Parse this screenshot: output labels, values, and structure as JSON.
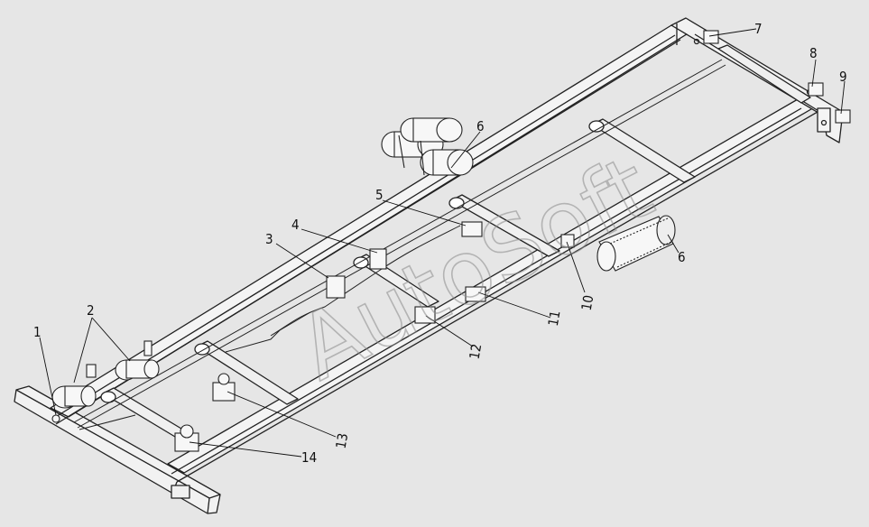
{
  "watermark": "AutoSoft",
  "callouts": [
    {
      "id": "1",
      "label": "1"
    },
    {
      "id": "2",
      "label": "2"
    },
    {
      "id": "3",
      "label": "3"
    },
    {
      "id": "4",
      "label": "4"
    },
    {
      "id": "5",
      "label": "5"
    },
    {
      "id": "6a",
      "label": "6"
    },
    {
      "id": "6b",
      "label": "6"
    },
    {
      "id": "7",
      "label": "7"
    },
    {
      "id": "8",
      "label": "8"
    },
    {
      "id": "9",
      "label": "9"
    },
    {
      "id": "10",
      "label": "10"
    },
    {
      "id": "11",
      "label": "11"
    },
    {
      "id": "12",
      "label": "12"
    },
    {
      "id": "13",
      "label": "13"
    },
    {
      "id": "14",
      "label": "14"
    }
  ]
}
